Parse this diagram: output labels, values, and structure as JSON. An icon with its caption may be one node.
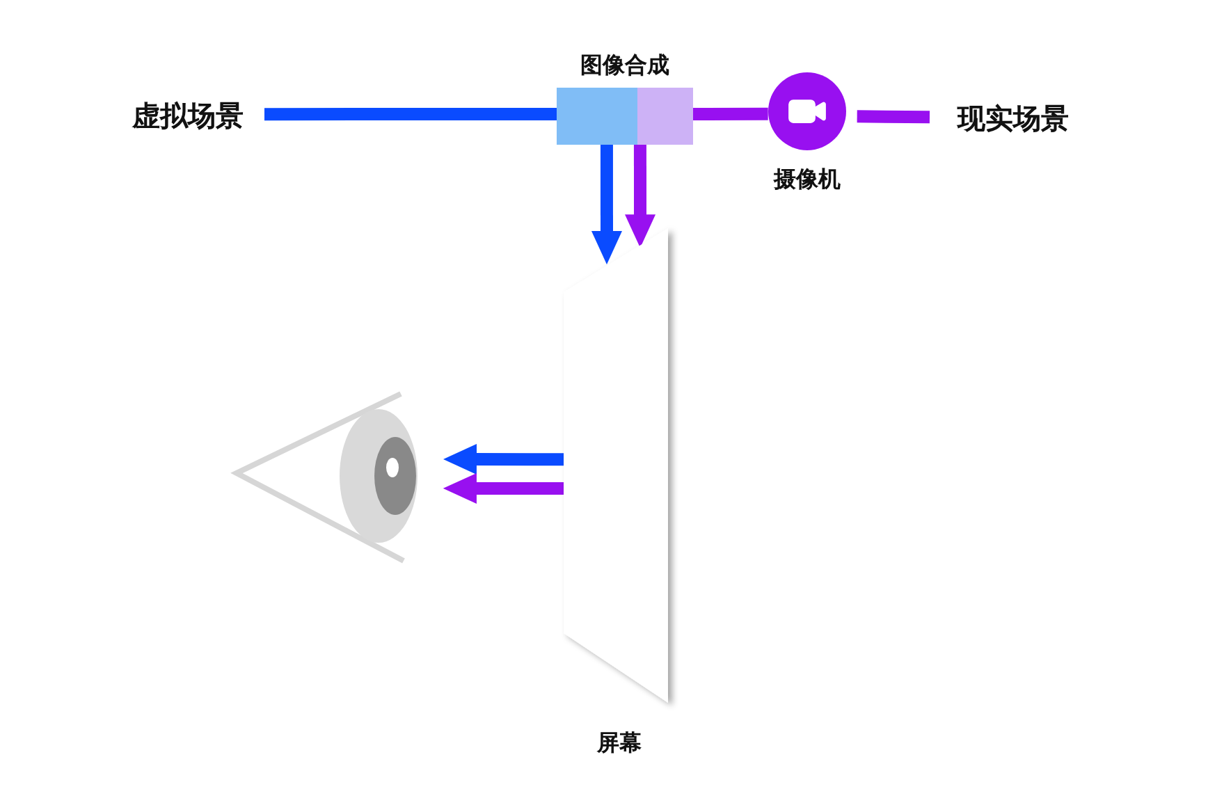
{
  "diagram": {
    "nodes": [
      {
        "text": [
          "虚拟场景"
        ]
      },
      {
        "text": [
          "图像合成"
        ]
      },
      {
        "text": [
          "摄像机"
        ]
      },
      {
        "text": [
          "现实场景"
        ]
      },
      {
        "text": [
          "屏幕"
        ]
      },
      {
        "text": [],
        "shape": "eye"
      }
    ],
    "edges": [
      {
        "from": 0,
        "to": 1,
        "arrow": "none",
        "color": "#0a4bff"
      },
      {
        "from": 1,
        "to": 4,
        "arrow": "to",
        "color": "#0a4bff"
      },
      {
        "from": 3,
        "to": 2,
        "arrow": "none",
        "color": "#9810f0"
      },
      {
        "from": 2,
        "to": 1,
        "arrow": "none",
        "color": "#9810f0"
      },
      {
        "from": 1,
        "to": 4,
        "arrow": "to",
        "color": "#9810f0"
      },
      {
        "from": 4,
        "to": 5,
        "arrow": "to",
        "color": "#0a4bff"
      },
      {
        "from": 4,
        "to": 5,
        "arrow": "to",
        "color": "#9810f0"
      }
    ]
  }
}
